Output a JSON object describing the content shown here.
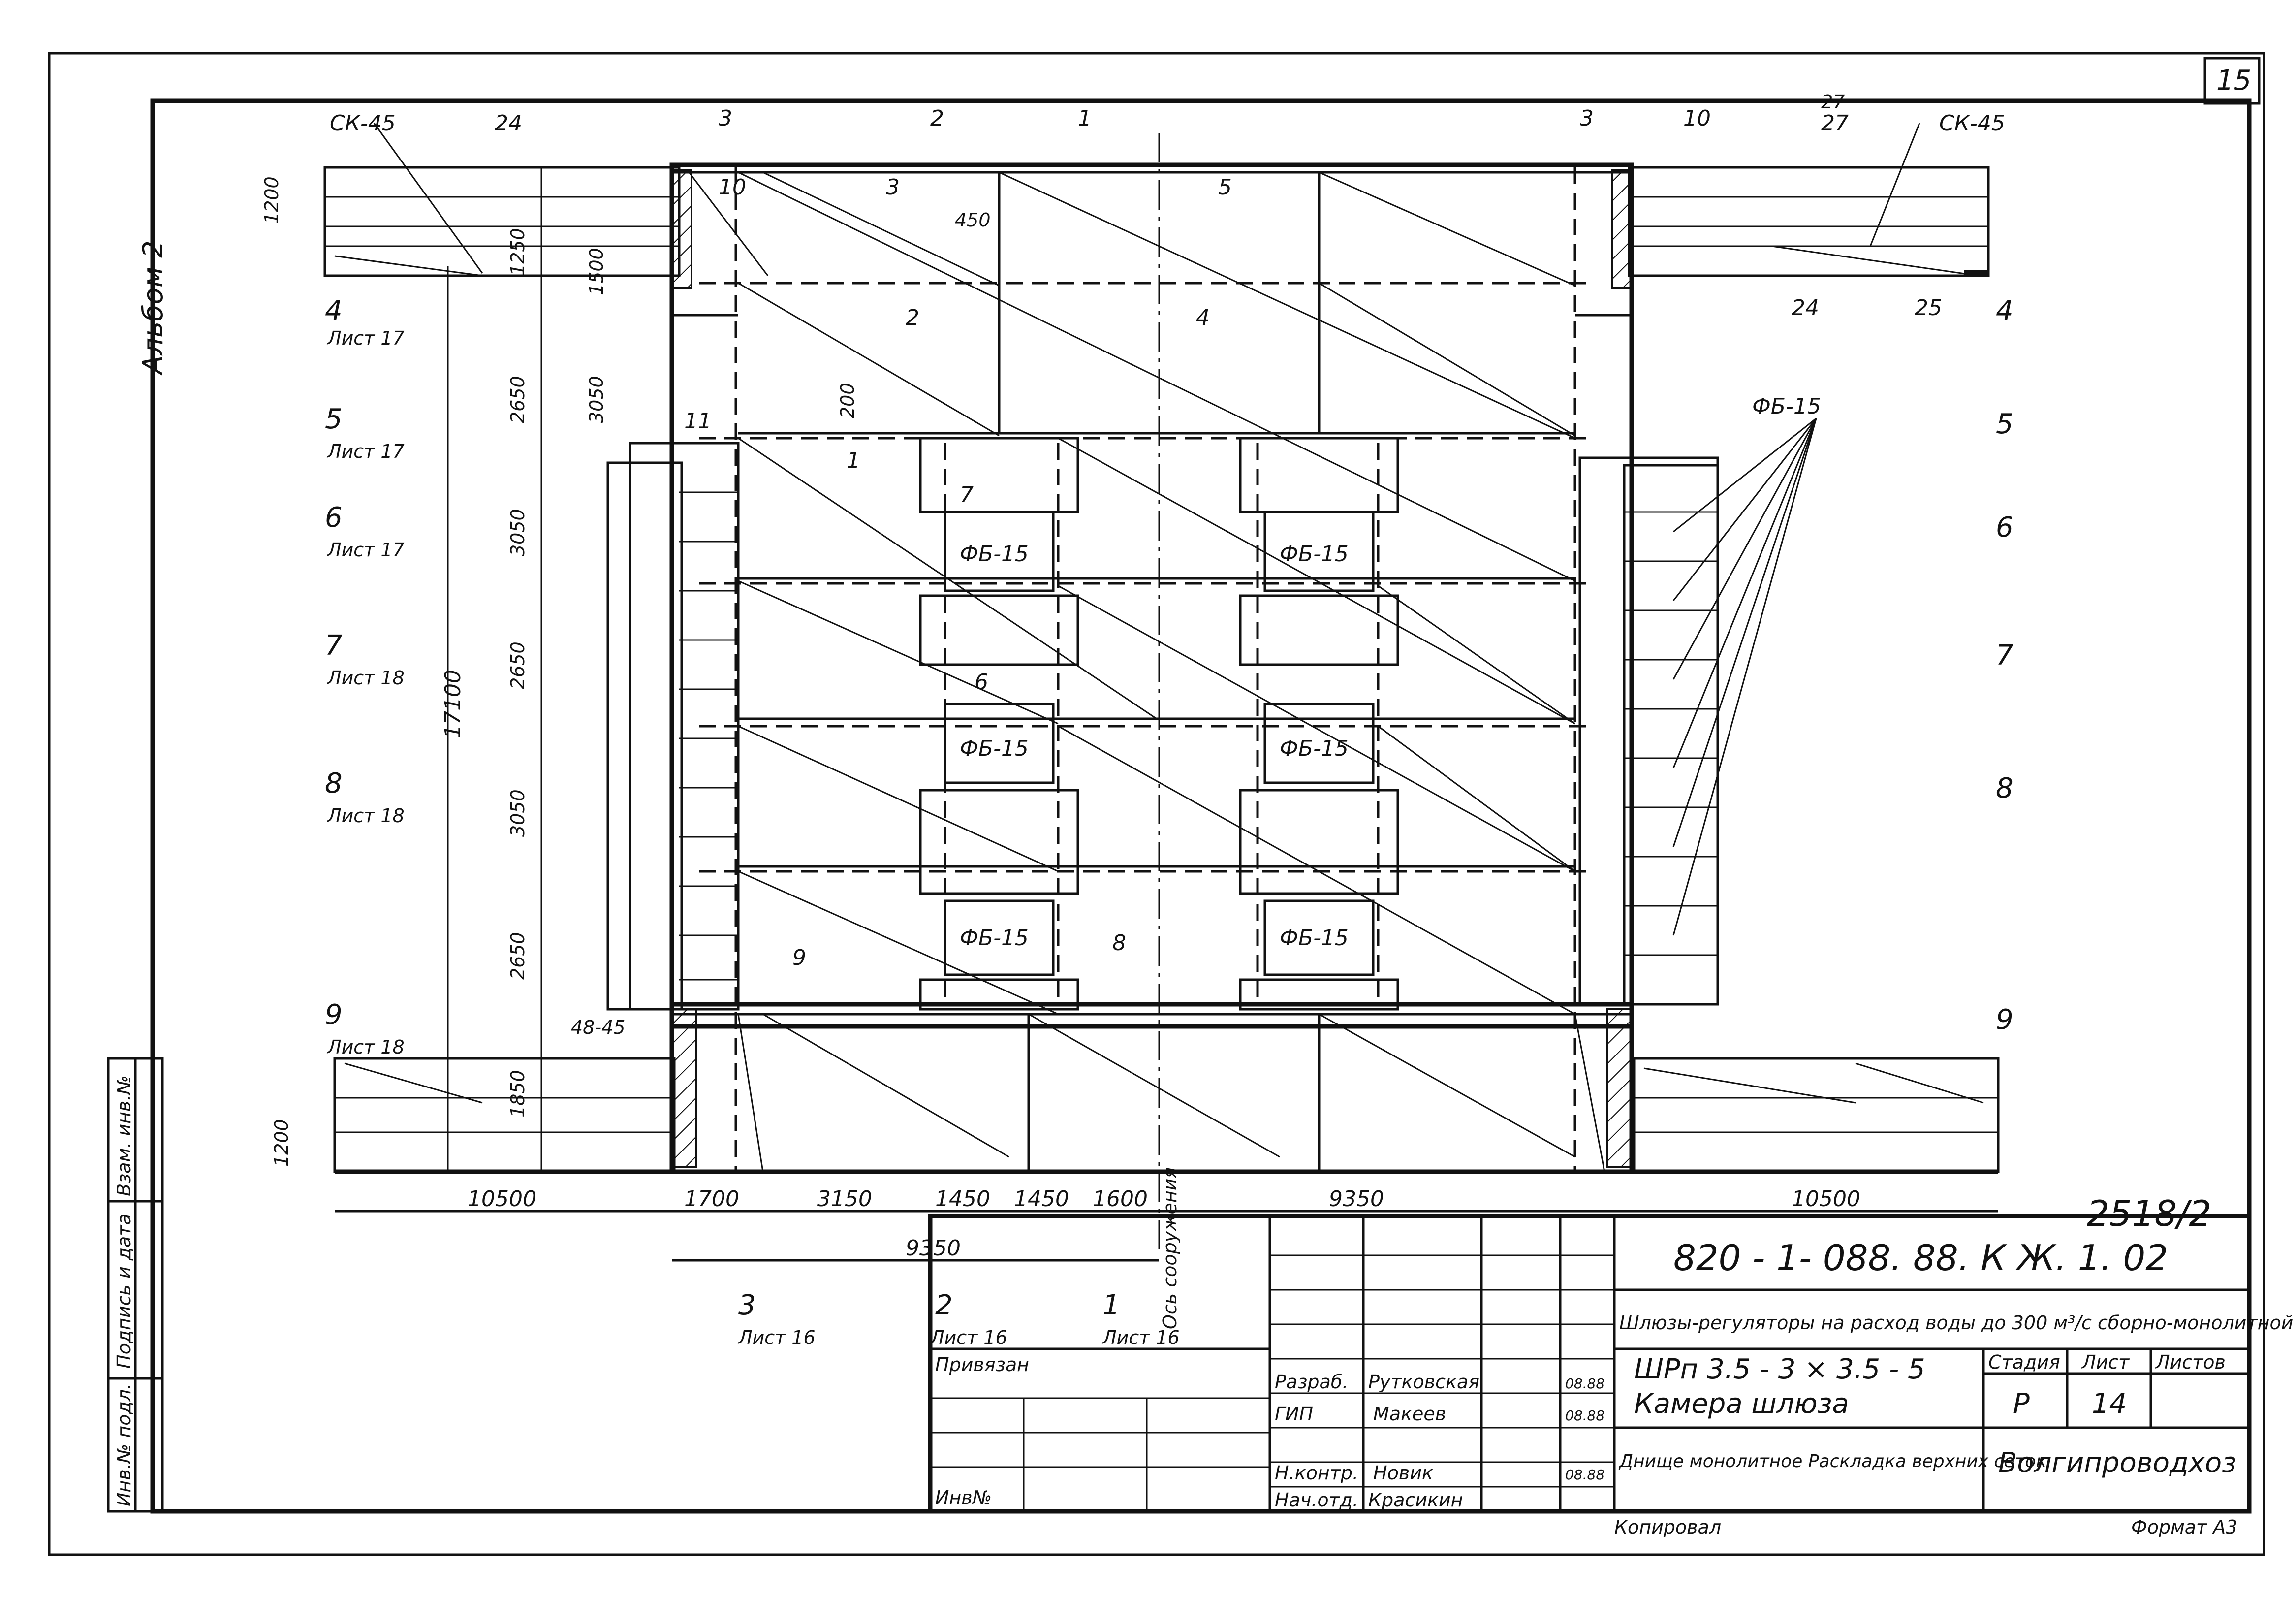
{
  "sheet": {
    "number": "15",
    "album": "Альбом 2",
    "stamp_top": "2518/2",
    "copied": "Копировал",
    "format": "Формат А3"
  },
  "plan": {
    "top_labels": [
      "СК-45",
      "24",
      "3",
      "2",
      "1",
      "3",
      "10",
      "27",
      "СК-45"
    ],
    "top_dims": [
      "1200",
      "1250",
      "1500",
      "2650",
      "3050"
    ],
    "left_dims": [
      "3050",
      "2650",
      "3050",
      "2650",
      "1850",
      "1200"
    ],
    "overall_height": "17100",
    "bottom_dims": [
      "10500",
      "1700",
      "3150",
      "1450",
      "1450",
      "1600",
      "9350",
      "10500"
    ],
    "bottom_dim_lower": "9350",
    "axis_label": "Ось сооружения",
    "sections_left": [
      {
        "num": "4",
        "sheet": "Лист 17"
      },
      {
        "num": "5",
        "sheet": "Лист 17"
      },
      {
        "num": "6",
        "sheet": "Лист 17"
      },
      {
        "num": "7",
        "sheet": "Лист 18"
      },
      {
        "num": "8",
        "sheet": "Лист 18"
      },
      {
        "num": "9",
        "sheet": "Лист 18"
      }
    ],
    "sections_right": [
      "4",
      "5",
      "6",
      "7",
      "8",
      "9"
    ],
    "sections_bottom": [
      {
        "num": "3",
        "sheet": "Лист 16"
      },
      {
        "num": "2",
        "sheet": "Лист 16"
      },
      {
        "num": "1",
        "sheet": "Лист 16"
      }
    ],
    "panel_marks": [
      "ФБ-15",
      "ФБ-15",
      "ФБ-15",
      "ФБ-15",
      "ФБ-15",
      "ФБ-15",
      "ФБ-15"
    ],
    "item_marks": [
      "1",
      "2",
      "3",
      "4",
      "5",
      "6",
      "7",
      "8",
      "9",
      "10",
      "11",
      "24",
      "25",
      "27",
      "450",
      "200",
      "48-45"
    ]
  },
  "titleblock": {
    "doc_code": "820 - 1- 088. 88.  К Ж. 1. 02",
    "title": "Шлюзы-регуляторы на расход воды до 300 м³/с сборно-монолитной конструкции.",
    "object": "ШРп 3.5 - 3 × 3.5 - 5",
    "object2": "Камера шлюза",
    "sheet_title": "Днище монолитное Раскладка верхних сеток",
    "stage_head": "Стадия",
    "sheet_head": "Лист",
    "sheets_head": "Листов",
    "stage": "Р",
    "sheet_no": "14",
    "org": "Волгипроводхоз",
    "bound": "Привязан",
    "inv": "Инв№",
    "roles": [
      "Разраб.",
      "ГИП",
      "Н.контр.",
      "Нач.отд."
    ],
    "names": [
      "Рутковская",
      "Макеев",
      "Новик",
      "Красикин"
    ],
    "dates": [
      "08.88",
      "08.88",
      "08.88",
      ""
    ],
    "side_stamp": [
      "Инв.№ подл.",
      "Подпись и дата",
      "Взам. инв.№"
    ]
  }
}
